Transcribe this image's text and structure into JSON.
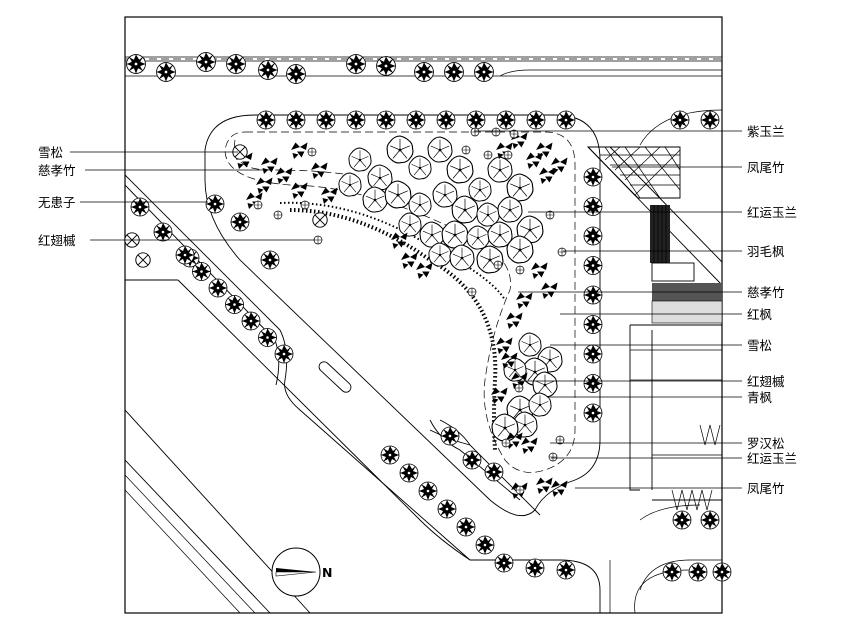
{
  "labels_left": [
    {
      "id": "xuesong-l",
      "text": "雪松"
    },
    {
      "id": "cixiaozhu-l",
      "text": "慈孝竹"
    },
    {
      "id": "wuhuanzi-l",
      "text": "无患子"
    },
    {
      "id": "hongchijian-l",
      "text": "红翅槭"
    }
  ],
  "labels_right": [
    {
      "id": "ziyulan",
      "text": "紫玉兰"
    },
    {
      "id": "fengweizhu-1",
      "text": "凤尾竹"
    },
    {
      "id": "hongyunyulan-1",
      "text": "红运玉兰"
    },
    {
      "id": "yumaofeng",
      "text": "羽毛枫"
    },
    {
      "id": "cixiaozhu-r",
      "text": "慈孝竹"
    },
    {
      "id": "hongfeng",
      "text": "红枫"
    },
    {
      "id": "xuesong-r",
      "text": "雪松"
    },
    {
      "id": "hongchijian-r",
      "text": "红翅槭"
    },
    {
      "id": "qingfeng",
      "text": "青枫"
    },
    {
      "id": "luohansong",
      "text": "罗汉松"
    },
    {
      "id": "hongyunyulan-2",
      "text": "红运玉兰"
    },
    {
      "id": "fengweizhu-2",
      "text": "凤尾竹"
    }
  ],
  "compass": {
    "label": "N"
  }
}
